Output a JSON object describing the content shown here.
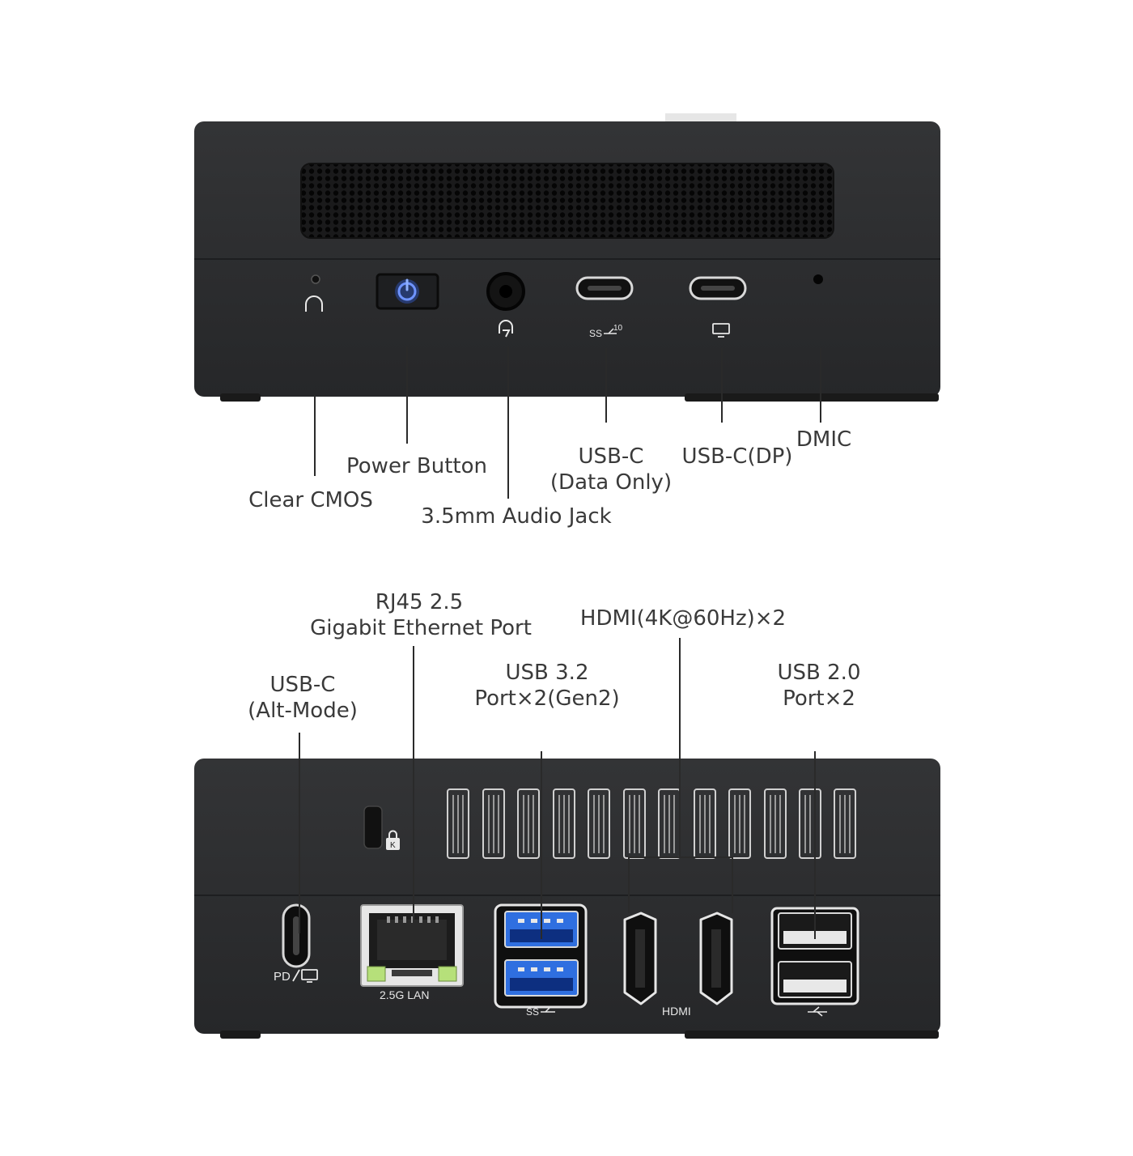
{
  "front_panel": {
    "labels": {
      "clear_cmos": "Clear CMOS",
      "power_button": "Power Button",
      "audio_jack": "3.5mm Audio Jack",
      "usbc_data_line1": "USB-C",
      "usbc_data_line2": "(Data Only)",
      "usbc_dp": "USB-C(DP)",
      "dmic": "DMIC"
    },
    "port_markings": {
      "usb_speed": "10"
    }
  },
  "rear_panel": {
    "labels": {
      "usbc_alt_line1": "USB-C",
      "usbc_alt_line2": "(Alt-Mode)",
      "rj45_line1": "RJ45 2.5",
      "rj45_line2": "Gigabit Ethernet Port",
      "usb32_line1": "USB 3.2",
      "usb32_line2": "Port×2(Gen2)",
      "hdmi": "HDMI(4K@60Hz)×2",
      "usb20_line1": "USB 2.0",
      "usb20_line2": "Port×2"
    },
    "port_markings": {
      "lan": "2.5G LAN",
      "hdmi": "HDMI",
      "pd": "PD"
    }
  },
  "colors": {
    "chassis": "#2b2c2e",
    "power_led": "#3a6cff",
    "usb3_blue": "#2f6fe0"
  }
}
